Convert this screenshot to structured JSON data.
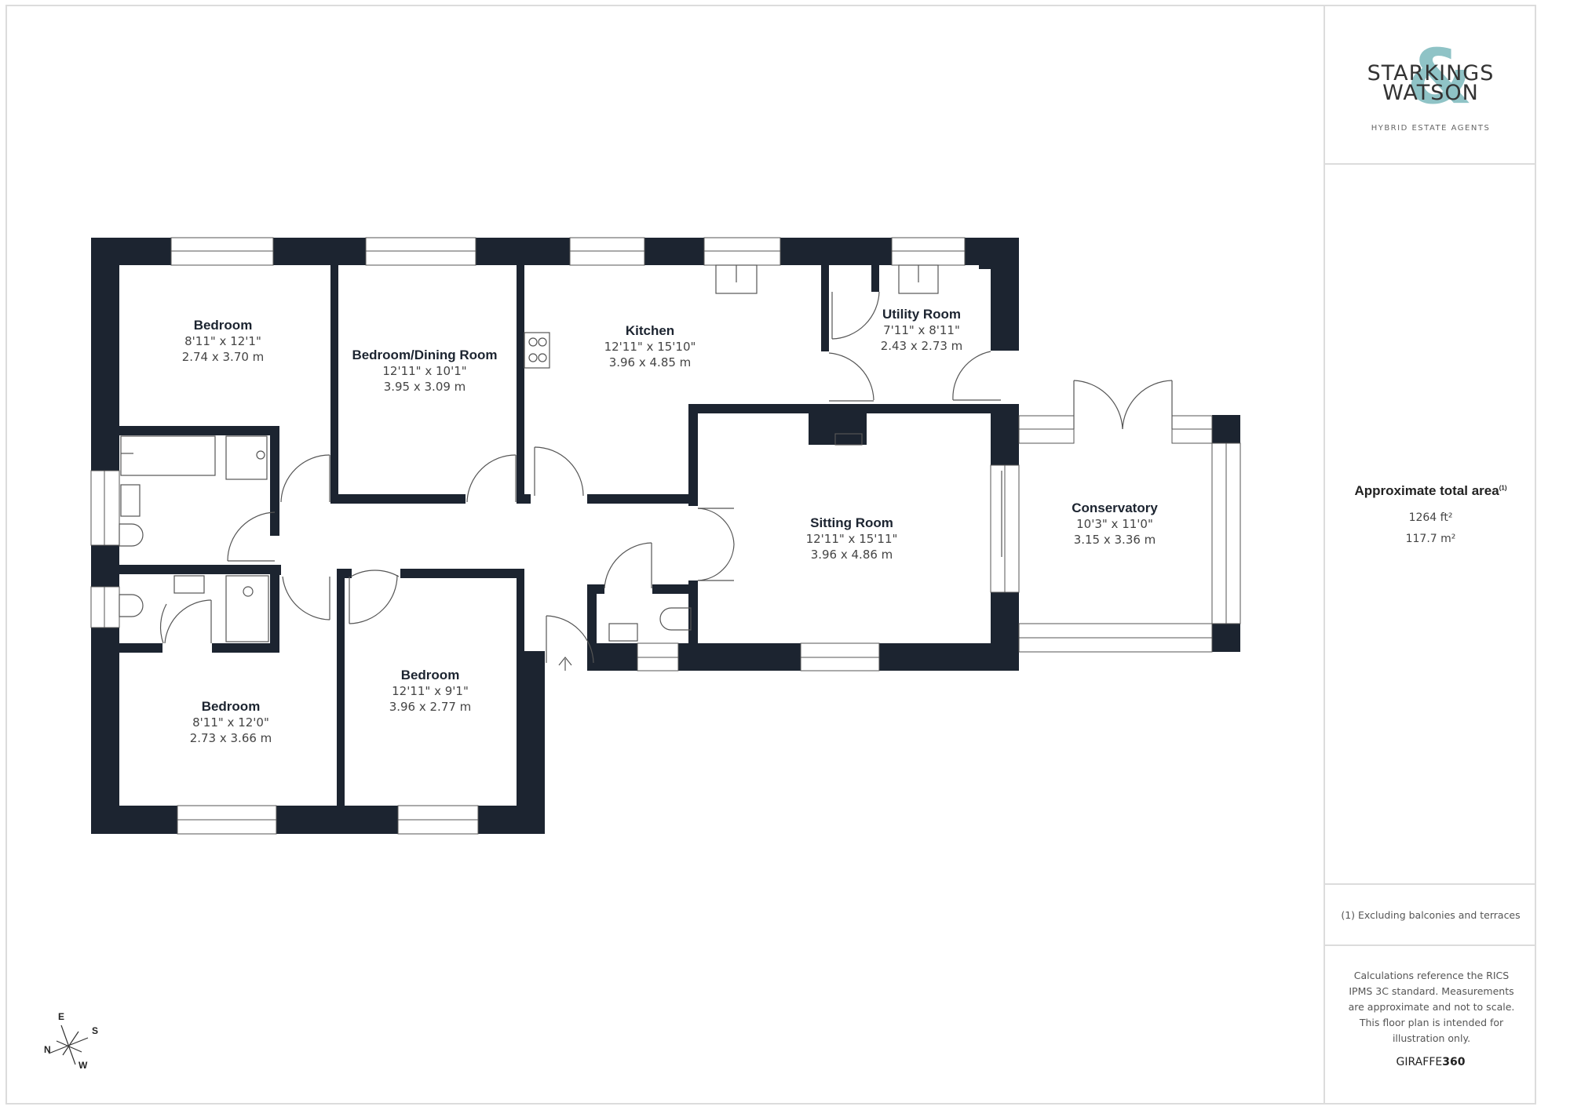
{
  "brand": {
    "name_line1": "STARKINGS",
    "name_line2": "WATSON",
    "ampersand": "&",
    "tagline": "HYBRID ESTATE AGENTS",
    "accent_color": "#8fc3c6"
  },
  "summary": {
    "title": "Approximate total area",
    "footnote_marker": "(1)",
    "area_imperial": "1264 ft²",
    "area_metric": "117.7 m²"
  },
  "footnote": "(1) Excluding balconies and terraces",
  "disclaimer": "Calculations reference the RICS IPMS 3C standard. Measurements are approximate and not to scale. This floor plan is intended for illustration only.",
  "provider": {
    "prefix": "GIRAFFE",
    "suffix": "360"
  },
  "compass": {
    "n": "N",
    "e": "E",
    "s": "S",
    "w": "W"
  },
  "colors": {
    "wall": "#1c2430",
    "line": "#555555",
    "border": "#dcdcdc"
  },
  "rooms": [
    {
      "name": "Bedroom",
      "imperial": "8'11\" x 12'1\"",
      "metric": "2.74 x 3.70 m"
    },
    {
      "name": "Bedroom/Dining Room",
      "imperial": "12'11\" x 10'1\"",
      "metric": "3.95 x 3.09 m"
    },
    {
      "name": "Kitchen",
      "imperial": "12'11\" x 15'10\"",
      "metric": "3.96 x 4.85 m"
    },
    {
      "name": "Utility Room",
      "imperial": "7'11\" x 8'11\"",
      "metric": "2.43 x 2.73 m"
    },
    {
      "name": "Sitting Room",
      "imperial": "12'11\" x 15'11\"",
      "metric": "3.96 x 4.86 m"
    },
    {
      "name": "Conservatory",
      "imperial": "10'3\" x 11'0\"",
      "metric": "3.15 x 3.36 m"
    },
    {
      "name": "Bedroom",
      "imperial": "8'11\" x 12'0\"",
      "metric": "2.73 x 3.66 m"
    },
    {
      "name": "Bedroom",
      "imperial": "12'11\" x 9'1\"",
      "metric": "3.96 x 2.77 m"
    }
  ]
}
